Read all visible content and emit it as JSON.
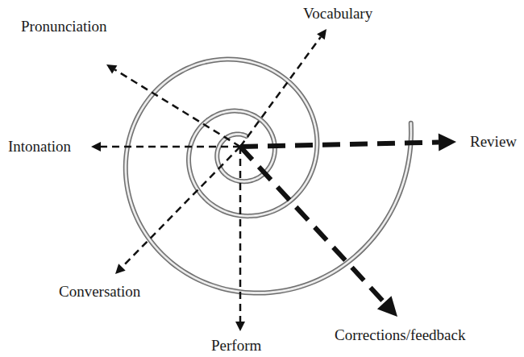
{
  "diagram": {
    "labels": [
      "Pronunciation",
      "Vocabulary",
      "Intonation",
      "Review",
      "Conversation",
      "Perform",
      "Corrections/feedback"
    ]
  }
}
